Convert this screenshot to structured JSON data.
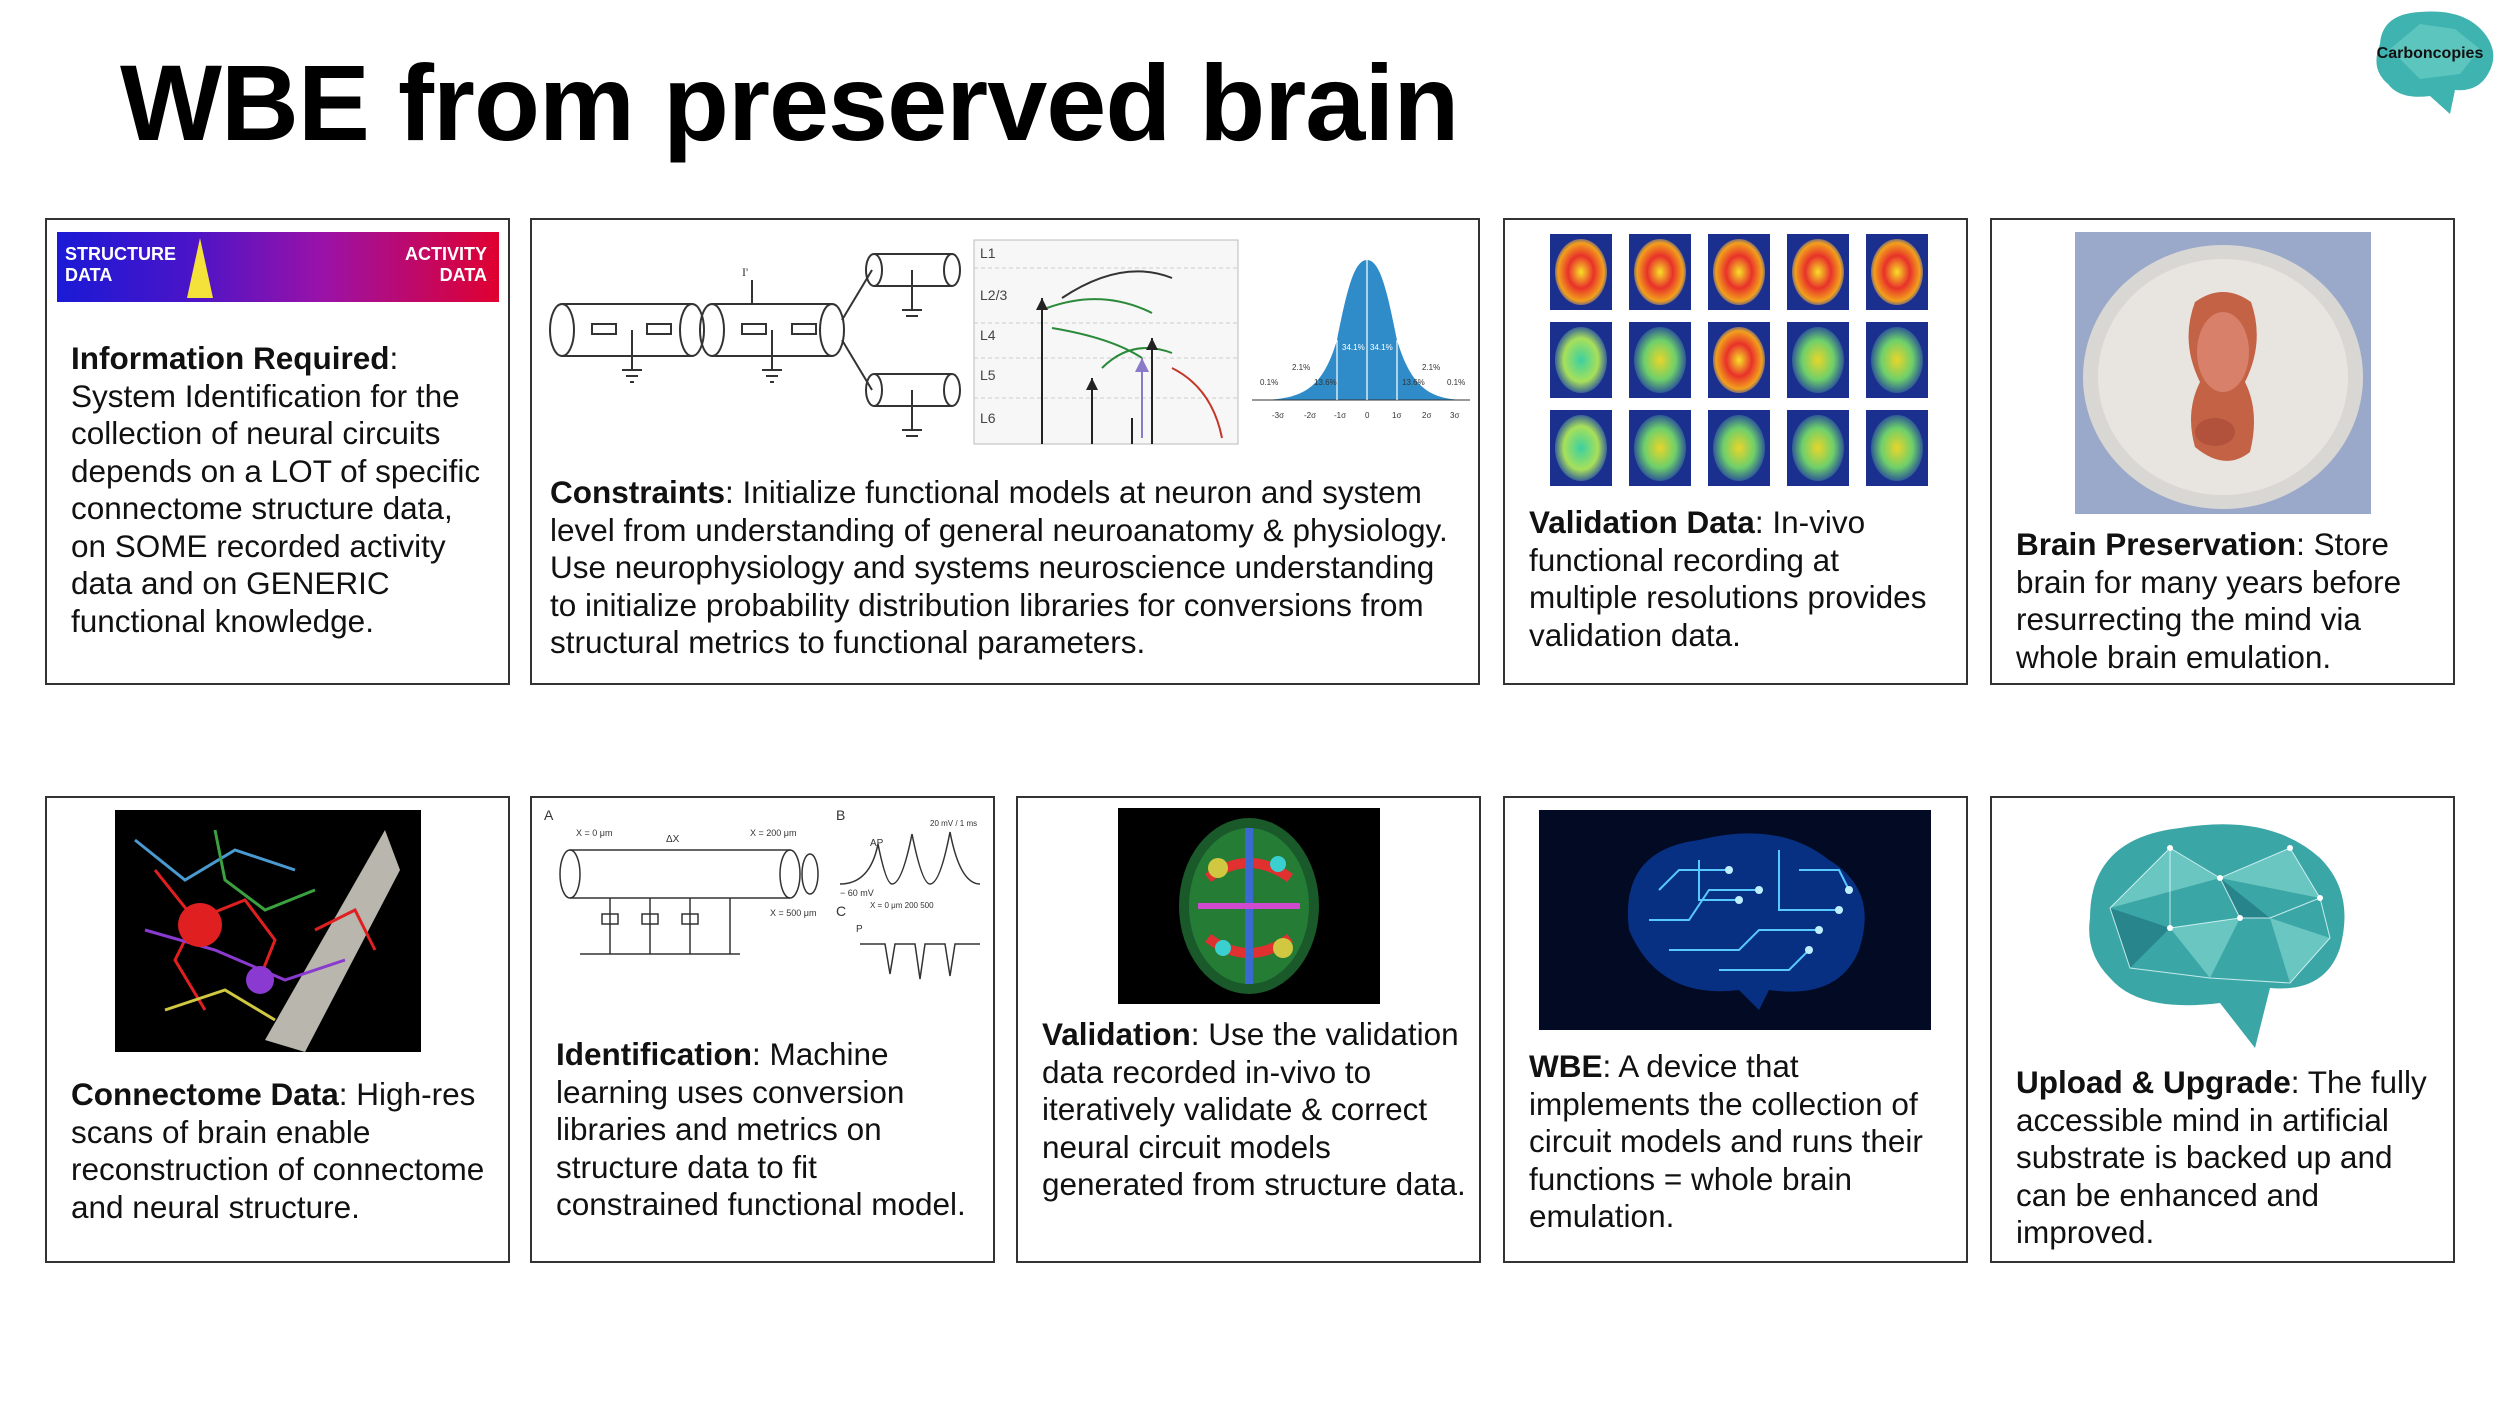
{
  "slide": {
    "title": "WBE from preserved brain",
    "logo_text": "Carboncopies"
  },
  "cards": {
    "info": {
      "bar_left": "STRUCTURE\nDATA",
      "bar_right": "ACTIVITY\nDATA",
      "heading": "Information Required",
      "body": ": System Identification for the collection of neural circuits depends on a LOT of specific connectome structure data, on SOME recorded activity data and on GENERIC functional knowledge."
    },
    "constraints": {
      "heading": "Constraints",
      "body": ": Initialize functional models at neuron and system level from understanding of general neuroanatomy & physiology. Use neurophysiology and systems neuroscience understanding to initialize probability distribution libraries for conversions from structural metrics to functional parameters.",
      "layers": [
        "L1",
        "L2/3",
        "L4",
        "L5",
        "L6"
      ],
      "dist_pcts": [
        "0.1%",
        "2.1%",
        "13.6%",
        "34.1%",
        "34.1%",
        "13.6%",
        "2.1%",
        "0.1%"
      ],
      "dist_ticks": [
        "-3σ",
        "-2σ",
        "-1σ",
        "0",
        "1σ",
        "2σ",
        "3σ"
      ]
    },
    "validation_data": {
      "heading": "Validation Data",
      "body": ": In-vivo functional recording at multiple resolutions provides validation data."
    },
    "preservation": {
      "heading": "Brain Preservation",
      "body": ": Store brain for many years before resurrecting the mind via whole brain emulation."
    },
    "connectome": {
      "heading": "Connectome Data",
      "body": ": High-res scans of brain enable reconstruction of connectome and neural structure."
    },
    "identification": {
      "heading": "Identification",
      "body": ": Machine learning uses conversion libraries and metrics on structure data to fit constrained functional model.",
      "panel_a": "A",
      "panel_b": "B",
      "panel_c": "C",
      "x0": "X = 0 μm",
      "x200": "X = 200 μm",
      "x500": "X = 500 μm",
      "dx": "ΔX",
      "ap": "AP",
      "mv60": "− 60 mV",
      "scale": "20 mV / 1 ms",
      "xaxis": "X = 0 μm  200  500",
      "pex": "P"
    },
    "validation": {
      "heading": "Validation",
      "body": ": Use the validation data recorded in-vivo to iteratively validate & correct neural circuit models generated from structure data."
    },
    "wbe": {
      "heading": "WBE",
      "body": ": A device that implements the collection of circuit models and runs their functions = whole brain emulation."
    },
    "upload": {
      "heading": "Upload & Upgrade",
      "body": ": The fully accessible mind in artificial substrate is backed up and can be enhanced and improved."
    }
  },
  "colors": {
    "accent_teal": "#2a9a9a",
    "border": "#333333"
  }
}
